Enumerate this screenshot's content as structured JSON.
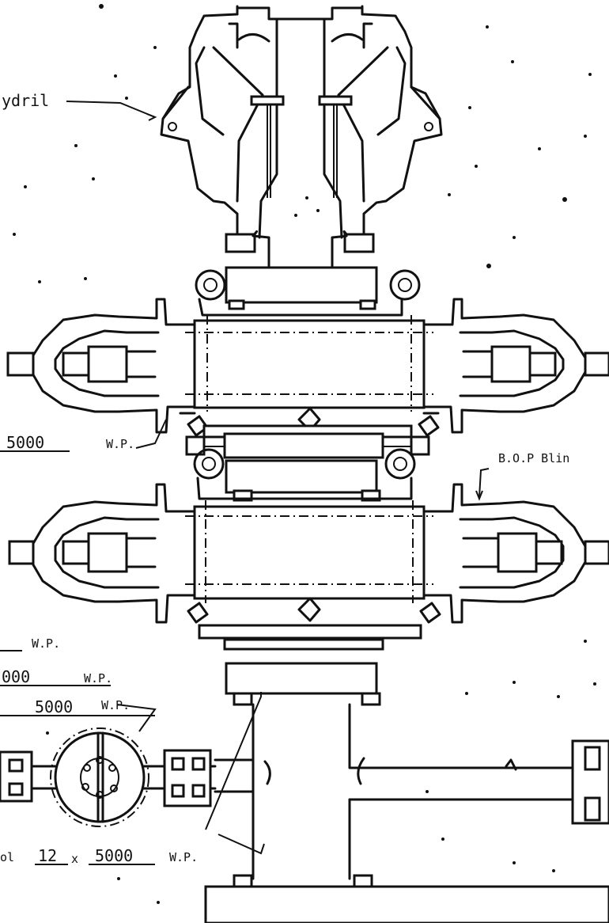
{
  "labels": {
    "annular": "ydril",
    "upper_pipe_rams_pressure": "5000",
    "upper_pipe_rams_unit": "W.P.",
    "blind_rams": "B.O.P Blin",
    "lower_rams_unit": "W.P.",
    "drilling_spool_pressure": "000",
    "drilling_spool_unit": "W.P.",
    "valve_pressure": "5000",
    "valve_unit": "W.P.",
    "spool_prefix": "ol",
    "spool_size": "12",
    "spool_x": "x",
    "spool_pressure": "5000",
    "spool_unit": "W.P."
  }
}
